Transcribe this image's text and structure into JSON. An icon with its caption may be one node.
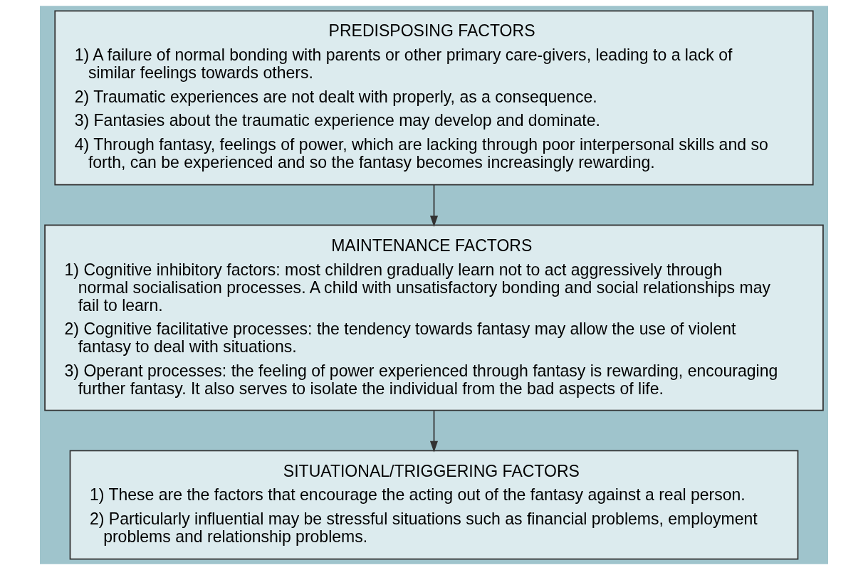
{
  "diagram": {
    "nodes": [
      {
        "text": [
          "PREDISPOSING FACTORS",
          "1) A failure of normal bonding with parents or other primary care-givers, leading to a lack of similar feelings towards others.",
          "2) Traumatic experiences are not dealt with properly, as a consequence.",
          "3) Fantasies about the traumatic experience may develop and dominate.",
          "4) Through fantasy, feelings of power, which are lacking through poor interpersonal skills and so forth, can be experienced and so the fantasy becomes increasingly rewarding."
        ]
      },
      {
        "text": [
          "MAINTENANCE FACTORS",
          "1) Cognitive inhibitory factors: most children gradually learn not to act aggressively through normal socialisation processes. A child with unsatisfactory bonding and social relationships may fail to learn.",
          "2) Cognitive facilitative processes: the tendency towards fantasy may allow the use of violent fantasy to deal with situations.",
          "3) Operant processes: the feeling of power experienced through fantasy is rewarding, encouraging further fantasy. It also serves to isolate the individual from the bad aspects of life."
        ]
      },
      {
        "text": [
          "SITUATIONAL/TRIGGERING FACTORS",
          "1) These are the factors that encourage the acting out of the fantasy against a real person.",
          "2) Particularly influential may be stressful situations such as financial problems, employment problems and relationship problems."
        ]
      }
    ],
    "edges": [
      {
        "from": 0,
        "to": 1,
        "arrow": "to"
      },
      {
        "from": 1,
        "to": 2,
        "arrow": "to"
      }
    ]
  }
}
